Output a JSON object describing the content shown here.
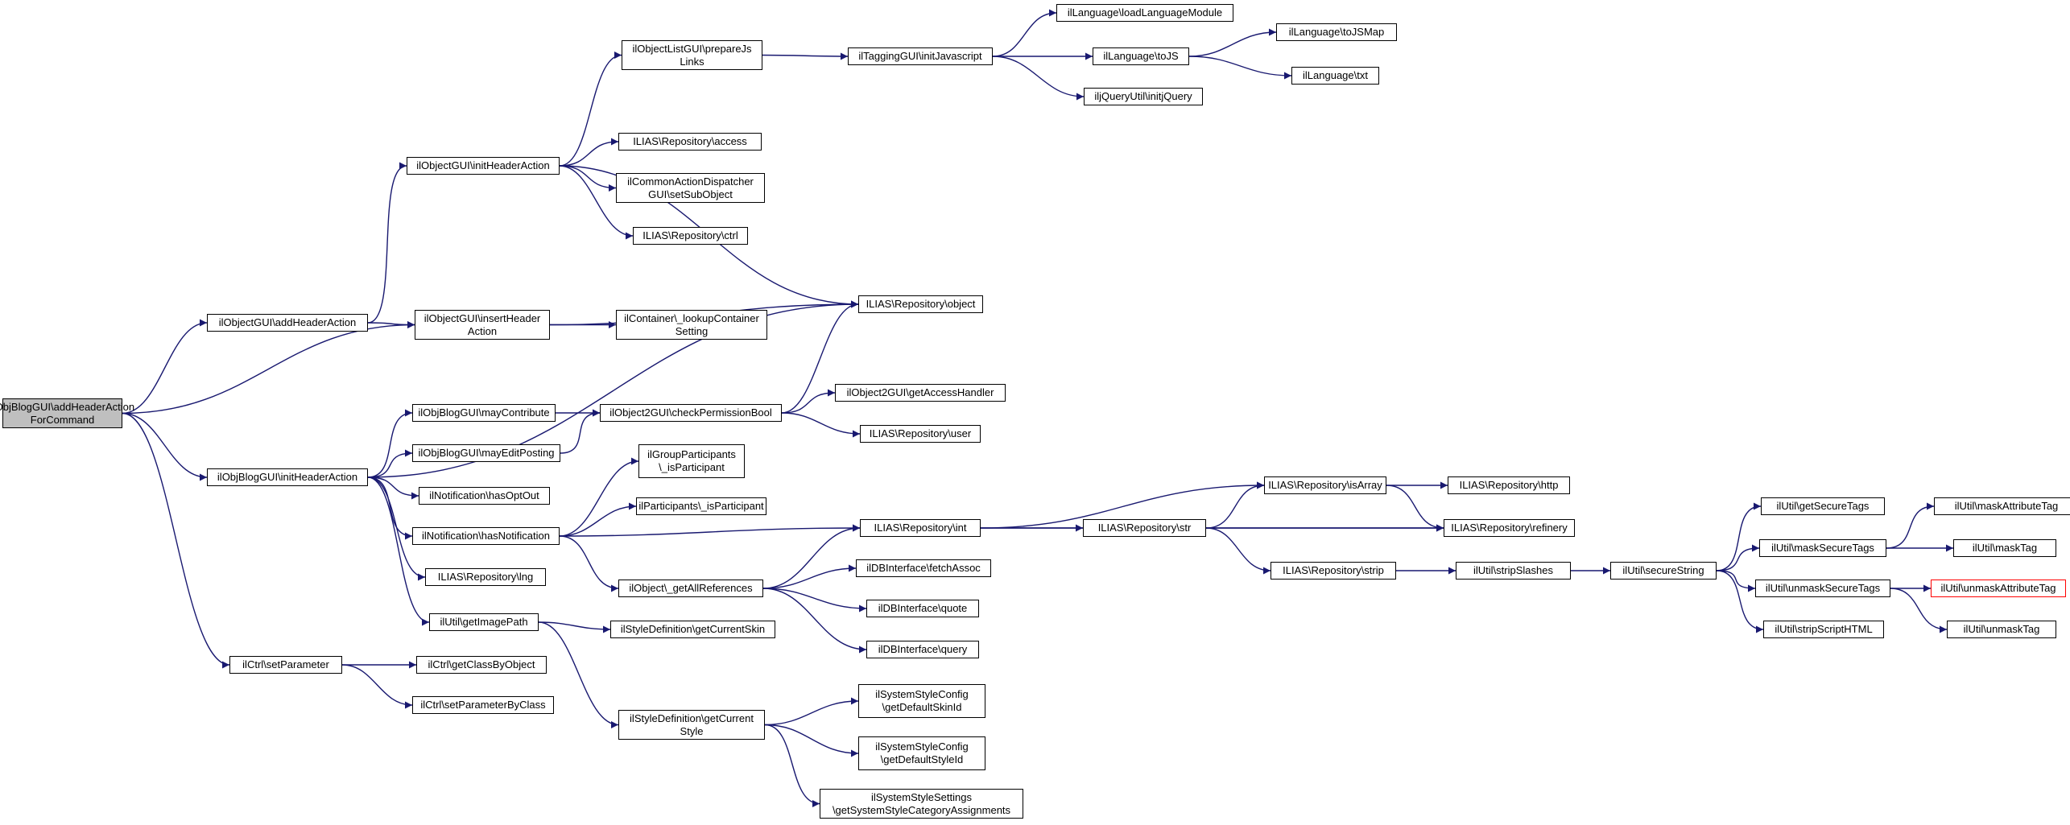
{
  "colors": {
    "edge": "#191970",
    "root_fill": "#bfbfbf",
    "truncated_border": "#ff0000",
    "node_border": "#000000"
  },
  "nodes": [
    {
      "id": "n0",
      "label": "ilObjBlogGUI\\addHeaderAction\nForCommand",
      "kind": "root"
    },
    {
      "id": "n1",
      "label": "ilObjectGUI\\addHeaderAction"
    },
    {
      "id": "n2",
      "label": "ilObjectGUI\\insertHeader\nAction"
    },
    {
      "id": "n3",
      "label": "ilObjBlogGUI\\initHeaderAction"
    },
    {
      "id": "n4",
      "label": "ilCtrl\\setParameter"
    },
    {
      "id": "n5",
      "label": "ilObjectGUI\\initHeaderAction"
    },
    {
      "id": "n6",
      "label": "ilObjectListGUI\\prepareJs\nLinks"
    },
    {
      "id": "n7",
      "label": "ILIAS\\Repository\\access"
    },
    {
      "id": "n8",
      "label": "ilCommonActionDispatcher\nGUI\\setSubObject"
    },
    {
      "id": "n9",
      "label": "ILIAS\\Repository\\ctrl"
    },
    {
      "id": "n10",
      "label": "ILIAS\\Repository\\object"
    },
    {
      "id": "n11",
      "label": "ilTaggingGUI\\initJavascript"
    },
    {
      "id": "n12",
      "label": "ilLanguage\\loadLanguageModule"
    },
    {
      "id": "n13",
      "label": "ilLanguage\\toJS"
    },
    {
      "id": "n14",
      "label": "iljQueryUtil\\initjQuery"
    },
    {
      "id": "n15",
      "label": "ilLanguage\\toJSMap"
    },
    {
      "id": "n16",
      "label": "ilLanguage\\txt"
    },
    {
      "id": "n17",
      "label": "ilContainer\\_lookupContainer\nSetting"
    },
    {
      "id": "n18",
      "label": "ilObjBlogGUI\\mayContribute"
    },
    {
      "id": "n19",
      "label": "ilObjBlogGUI\\mayEditPosting"
    },
    {
      "id": "n20",
      "label": "ilNotification\\hasOptOut"
    },
    {
      "id": "n21",
      "label": "ilNotification\\hasNotification"
    },
    {
      "id": "n22",
      "label": "ILIAS\\Repository\\lng"
    },
    {
      "id": "n23",
      "label": "ilUtil\\getImagePath"
    },
    {
      "id": "n24",
      "label": "ilObject2GUI\\checkPermissionBool"
    },
    {
      "id": "n25",
      "label": "ilObject2GUI\\getAccessHandler"
    },
    {
      "id": "n26",
      "label": "ILIAS\\Repository\\user"
    },
    {
      "id": "n27",
      "label": "ilGroupParticipants\n\\_isParticipant"
    },
    {
      "id": "n28",
      "label": "ilParticipants\\_isParticipant"
    },
    {
      "id": "n29",
      "label": "ILIAS\\Repository\\int"
    },
    {
      "id": "n30",
      "label": "ilObject\\_getAllReferences"
    },
    {
      "id": "n31",
      "label": "ilDBInterface\\fetchAssoc"
    },
    {
      "id": "n32",
      "label": "ilDBInterface\\quote"
    },
    {
      "id": "n33",
      "label": "ilDBInterface\\query"
    },
    {
      "id": "n34",
      "label": "ILIAS\\Repository\\isArray"
    },
    {
      "id": "n35",
      "label": "ILIAS\\Repository\\http"
    },
    {
      "id": "n36",
      "label": "ILIAS\\Repository\\refinery"
    },
    {
      "id": "n37",
      "label": "ILIAS\\Repository\\str"
    },
    {
      "id": "n38",
      "label": "ILIAS\\Repository\\strip"
    },
    {
      "id": "n39",
      "label": "ilUtil\\stripSlashes"
    },
    {
      "id": "n40",
      "label": "ilUtil\\secureString"
    },
    {
      "id": "n41",
      "label": "ilUtil\\getSecureTags"
    },
    {
      "id": "n42",
      "label": "ilUtil\\maskSecureTags"
    },
    {
      "id": "n43",
      "label": "ilUtil\\unmaskSecureTags"
    },
    {
      "id": "n44",
      "label": "ilUtil\\stripScriptHTML"
    },
    {
      "id": "n45",
      "label": "ilUtil\\maskAttributeTag"
    },
    {
      "id": "n46",
      "label": "ilUtil\\maskTag"
    },
    {
      "id": "n47",
      "label": "ilUtil\\unmaskAttributeTag",
      "kind": "truncated"
    },
    {
      "id": "n48",
      "label": "ilUtil\\unmaskTag"
    },
    {
      "id": "n49",
      "label": "ilStyleDefinition\\getCurrentSkin"
    },
    {
      "id": "n50",
      "label": "ilStyleDefinition\\getCurrent\nStyle"
    },
    {
      "id": "n51",
      "label": "ilSystemStyleConfig\n\\getDefaultSkinId"
    },
    {
      "id": "n52",
      "label": "ilSystemStyleConfig\n\\getDefaultStyleId"
    },
    {
      "id": "n53",
      "label": "ilSystemStyleSettings\n\\getSystemStyleCategoryAssignments"
    },
    {
      "id": "n54",
      "label": "ilCtrl\\getClassByObject"
    },
    {
      "id": "n55",
      "label": "ilCtrl\\setParameterByClass"
    }
  ],
  "edges": [
    [
      "n0",
      "n1"
    ],
    [
      "n0",
      "n2"
    ],
    [
      "n0",
      "n3"
    ],
    [
      "n0",
      "n4"
    ],
    [
      "n1",
      "n5"
    ],
    [
      "n1",
      "n2"
    ],
    [
      "n5",
      "n6"
    ],
    [
      "n5",
      "n10"
    ],
    [
      "n5",
      "n7"
    ],
    [
      "n5",
      "n8"
    ],
    [
      "n5",
      "n9"
    ],
    [
      "n6",
      "n11"
    ],
    [
      "n11",
      "n12"
    ],
    [
      "n11",
      "n13"
    ],
    [
      "n11",
      "n14"
    ],
    [
      "n13",
      "n15"
    ],
    [
      "n13",
      "n16"
    ],
    [
      "n2",
      "n10"
    ],
    [
      "n2",
      "n17"
    ],
    [
      "n3",
      "n10"
    ],
    [
      "n3",
      "n18"
    ],
    [
      "n3",
      "n19"
    ],
    [
      "n3",
      "n20"
    ],
    [
      "n3",
      "n21"
    ],
    [
      "n3",
      "n22"
    ],
    [
      "n3",
      "n23"
    ],
    [
      "n18",
      "n24"
    ],
    [
      "n19",
      "n24"
    ],
    [
      "n24",
      "n10"
    ],
    [
      "n24",
      "n25"
    ],
    [
      "n24",
      "n26"
    ],
    [
      "n21",
      "n27"
    ],
    [
      "n21",
      "n28"
    ],
    [
      "n21",
      "n29"
    ],
    [
      "n21",
      "n30"
    ],
    [
      "n30",
      "n29"
    ],
    [
      "n30",
      "n31"
    ],
    [
      "n30",
      "n32"
    ],
    [
      "n30",
      "n33"
    ],
    [
      "n29",
      "n34"
    ],
    [
      "n29",
      "n37"
    ],
    [
      "n29",
      "n36"
    ],
    [
      "n34",
      "n35"
    ],
    [
      "n34",
      "n36"
    ],
    [
      "n37",
      "n34"
    ],
    [
      "n37",
      "n36"
    ],
    [
      "n37",
      "n38"
    ],
    [
      "n38",
      "n39"
    ],
    [
      "n39",
      "n40"
    ],
    [
      "n40",
      "n41"
    ],
    [
      "n40",
      "n42"
    ],
    [
      "n40",
      "n43"
    ],
    [
      "n40",
      "n44"
    ],
    [
      "n42",
      "n45"
    ],
    [
      "n42",
      "n46"
    ],
    [
      "n43",
      "n47"
    ],
    [
      "n43",
      "n48"
    ],
    [
      "n23",
      "n49"
    ],
    [
      "n23",
      "n50"
    ],
    [
      "n50",
      "n51"
    ],
    [
      "n50",
      "n52"
    ],
    [
      "n50",
      "n53"
    ],
    [
      "n4",
      "n54"
    ],
    [
      "n4",
      "n55"
    ]
  ]
}
